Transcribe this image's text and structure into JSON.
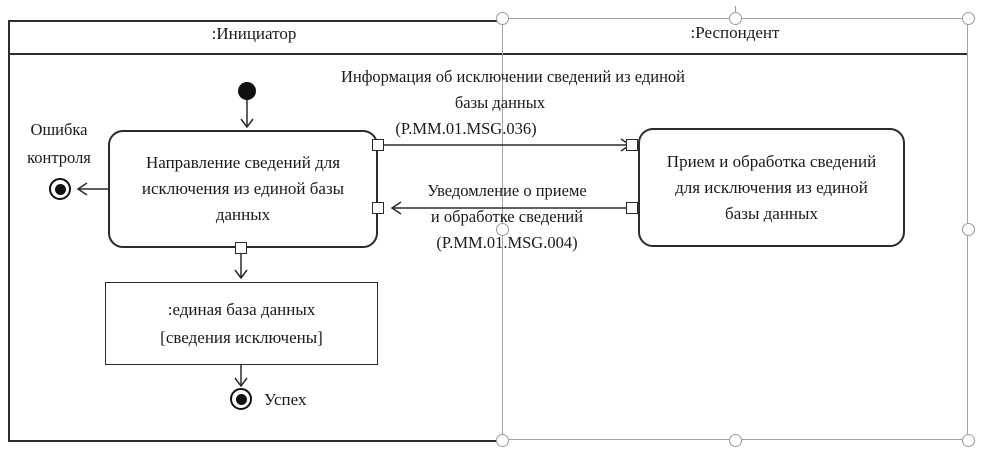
{
  "lanes": [
    {
      "label": ":Инициатор"
    },
    {
      "label": ":Респондент"
    }
  ],
  "nodes": {
    "action_initiator": "Направление сведений для исключения из единой базы данных",
    "action_respondent": "Прием и обработка сведений для исключения из единой базы данных",
    "object_line1": ":единая база данных",
    "object_line2": "[сведения исключены]",
    "error_label": "Ошибка контроля",
    "success_label": "Успех"
  },
  "messages": {
    "request_line1": "Информация об исключении сведений из единой",
    "request_line2": "базы данных",
    "request_line3": "(P.MM.01.MSG.036)",
    "response_line1": "Уведомление о приеме",
    "response_line2": "и обработке сведений",
    "response_line3": "(P.MM.01.MSG.004)"
  },
  "colors": {
    "line": "#2b2b2b",
    "selection": "#9b9b9b",
    "background": "#ffffff",
    "text": "#1a1a1a"
  }
}
